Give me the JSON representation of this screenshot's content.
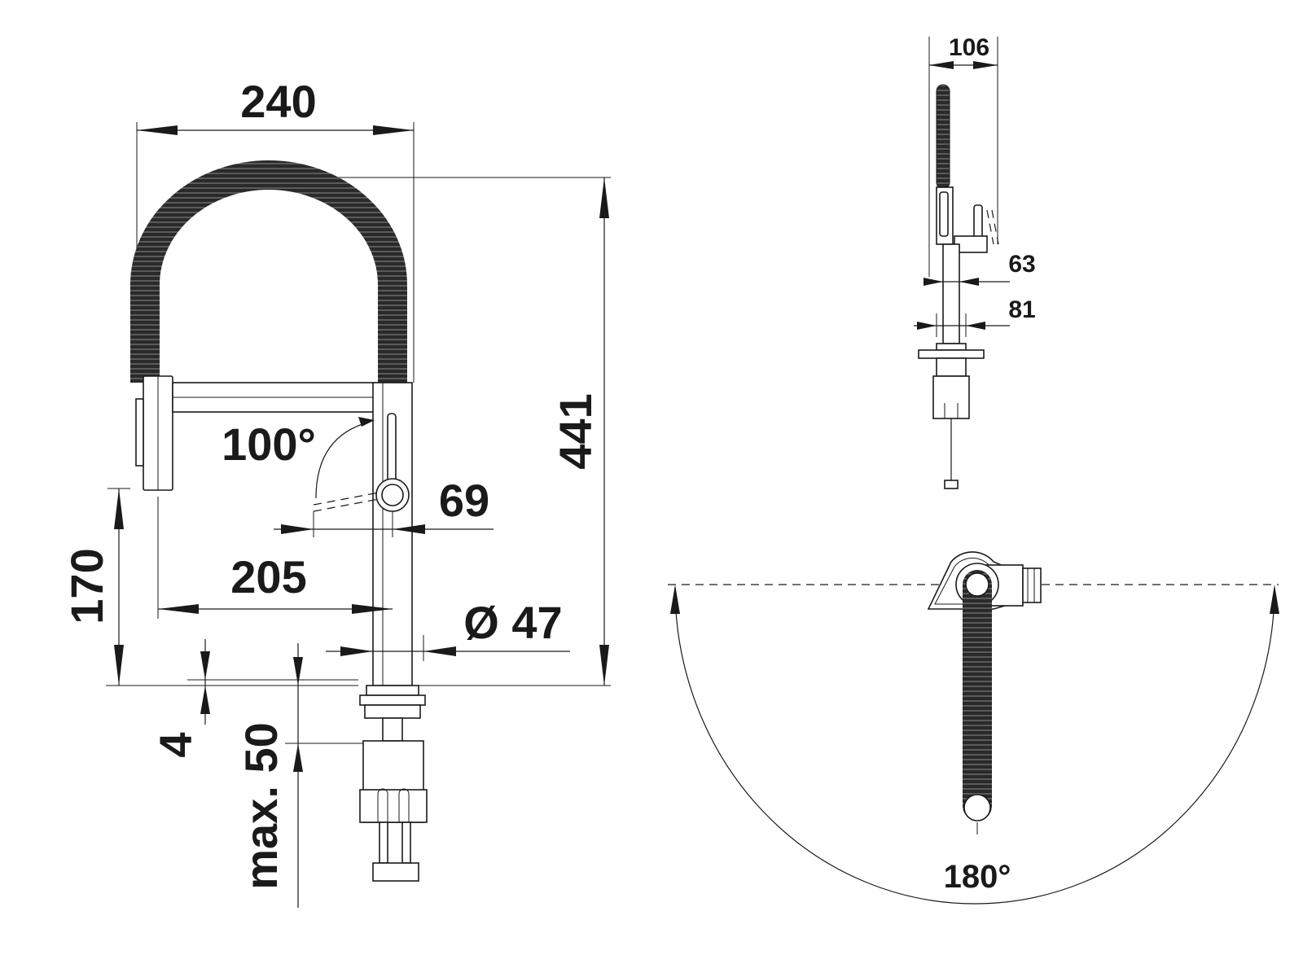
{
  "side_view": {
    "width": "240",
    "height": "441",
    "handle_angle": "100°",
    "handle_offset": "69",
    "spout_reach": "205",
    "spout_clearance": "170",
    "body_diameter": "Ø 47",
    "deck_thickness": "4",
    "max_deck": "max. 50"
  },
  "front_view": {
    "width": "106",
    "handle_width": "63",
    "base_width": "81"
  },
  "top_view": {
    "swivel_angle": "180°"
  },
  "colors": {
    "line": "#1a1a1a",
    "hose": "#2a2a2a",
    "background": "#ffffff"
  }
}
